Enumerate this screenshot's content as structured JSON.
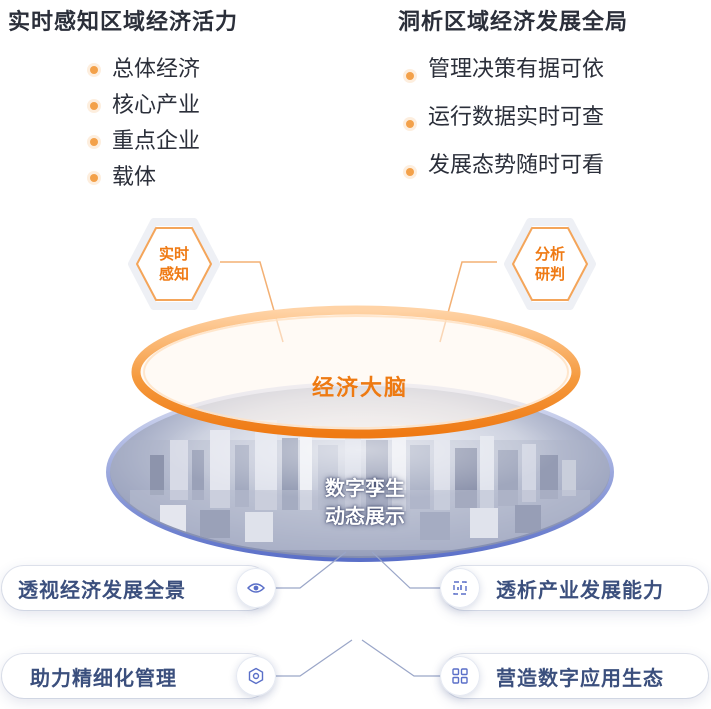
{
  "left_heading": "实时感知区域经济活力",
  "right_heading": "洞析区域经济发展全局",
  "left_bullets": [
    "总体经济",
    "核心产业",
    "重点企业",
    "载体"
  ],
  "right_bullets": [
    "管理决策有据可依",
    "运行数据实时可查",
    "发展态势随时可看"
  ],
  "left_badge": {
    "line1": "实时",
    "line2": "感知"
  },
  "right_badge": {
    "line1": "分析",
    "line2": "研判"
  },
  "center": {
    "brain_label": "经济大脑",
    "twin_line1": "数字孪生",
    "twin_line2": "动态展示"
  },
  "pills": [
    {
      "label": "透视经济发展全景",
      "icon": "eye-icon"
    },
    {
      "label": "透析产业发展能力",
      "icon": "chart-box-icon"
    },
    {
      "label": "助力精细化管理",
      "icon": "hexagon-nut-icon"
    },
    {
      "label": "营造数字应用生态",
      "icon": "grid-apps-icon"
    }
  ],
  "colors": {
    "accent_orange": "#ef7a14",
    "bullet_dot": "#f3a14a",
    "pill_text": "#3b4f7d",
    "heading_text": "#2b2f3a",
    "ring_blue": "#5a6fc8"
  }
}
